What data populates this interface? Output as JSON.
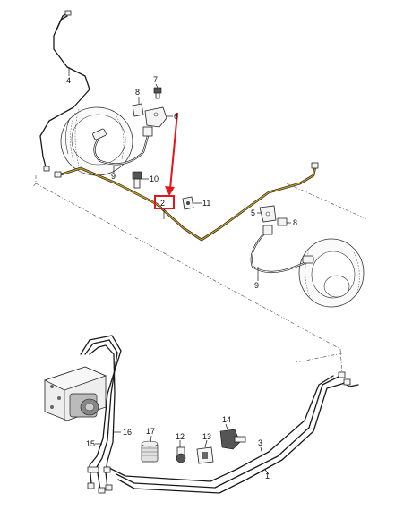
{
  "callouts": {
    "c1": "1",
    "c2": "2",
    "c3": "3",
    "c4": "4",
    "c5": "5",
    "c6": "6",
    "c7": "7",
    "c8a": "8",
    "c8b": "8",
    "c9a": "9",
    "c9b": "9",
    "c10": "10",
    "c11": "11",
    "c12": "12",
    "c13": "13",
    "c14": "14",
    "c15": "15",
    "c16": "16",
    "c17": "17"
  },
  "highlight": {
    "part": "2",
    "pipe_color": "#c8a020",
    "box_color": "#e8141c",
    "arrow_color": "#e8141c"
  }
}
